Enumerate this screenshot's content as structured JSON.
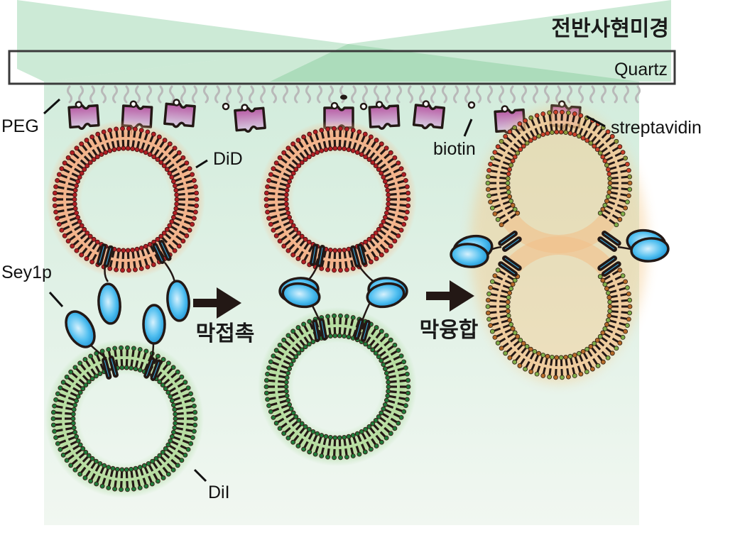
{
  "figure": {
    "title": "전반사현미경",
    "substrate_label": "Quartz",
    "labels": {
      "peg": "PEG",
      "did": "DiD",
      "sey1p": "Sey1p",
      "dil": "DiI",
      "biotin": "biotin",
      "streptavidin": "streptavidin"
    },
    "steps": [
      {
        "id": "docking",
        "label": "막접촉"
      },
      {
        "id": "fusion",
        "label": "막융합"
      }
    ],
    "stages": [
      {
        "id": "initial",
        "description": "DiD vesicle tethered; DiI vesicle free with Sey1p"
      },
      {
        "id": "docked",
        "description": "Sey1p dimerized between vesicles"
      },
      {
        "id": "fused",
        "description": "Fused vesicle"
      }
    ]
  },
  "colors": {
    "tirf_beam": "#8fd0a4",
    "chamber_bg": "#e3f2e8",
    "did_head": "#b01f24",
    "did_glow": "#f7b98a",
    "dil_head": "#1f7a3a",
    "dil_glow": "#a8d99a",
    "fused_glow": "#f5c98a",
    "sey1p": "#36aee8",
    "streptavidin": "#b5509e",
    "lipid_tail": "#231815"
  }
}
